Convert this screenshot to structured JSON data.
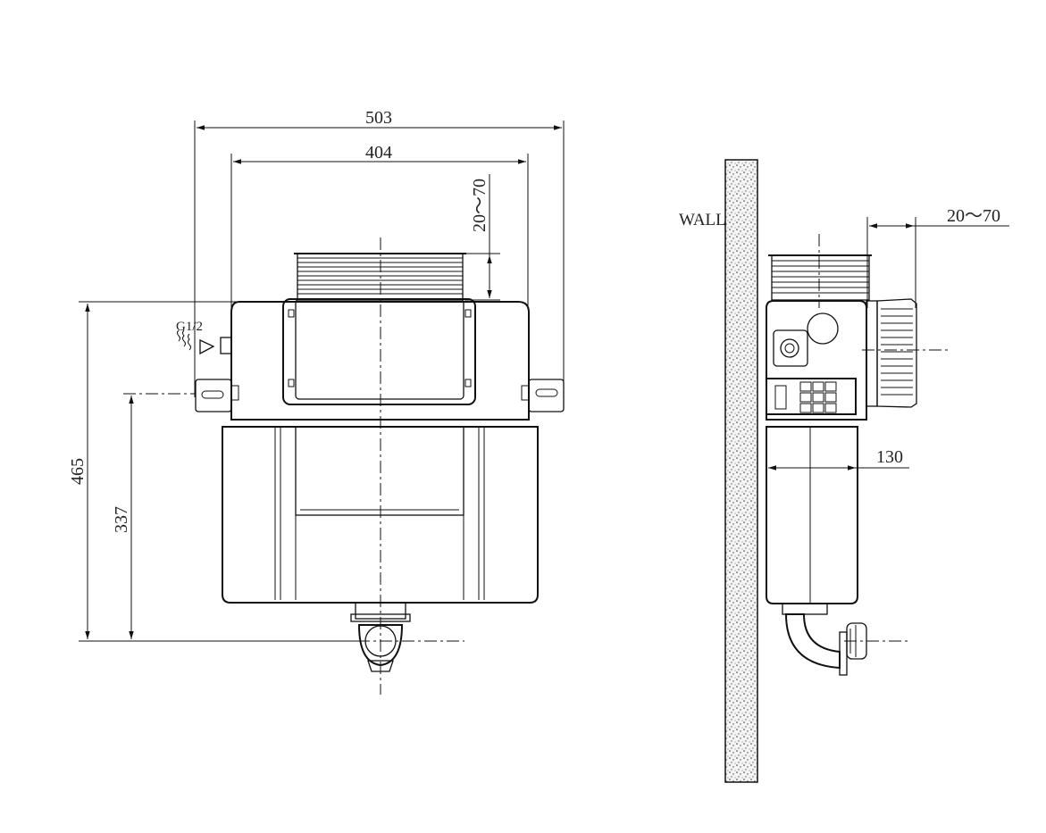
{
  "front_view": {
    "dim_total_width": "503",
    "dim_frame_width": "404",
    "dim_adjust_range": "20～70",
    "dim_height_total": "465",
    "dim_height_outlet": "337",
    "inlet_label": "G1/2"
  },
  "side_view": {
    "wall_label": "WALL",
    "dim_adjust_range": "20～70",
    "dim_depth": "130"
  },
  "icons": [
    "water-wave-icon",
    "inlet-arrow-icon"
  ],
  "colors": {
    "ink": "#111111",
    "background": "#ffffff"
  }
}
